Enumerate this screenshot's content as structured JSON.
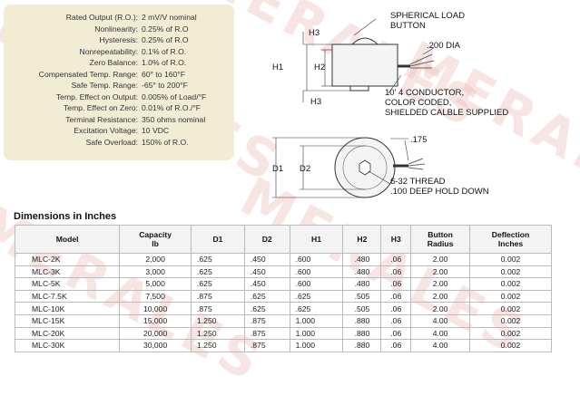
{
  "specs": [
    {
      "k": "Rated Output (R.O.):",
      "v": "2 mV/V nominal"
    },
    {
      "k": "Nonlinearity:",
      "v": "0.25% of R.O"
    },
    {
      "k": "Hysteresis:",
      "v": "0.25% of R.O"
    },
    {
      "k": "Nonrepeatability:",
      "v": "0.1% of R.O."
    },
    {
      "k": "Zero Balance:",
      "v": "1.0% of R.O."
    },
    {
      "k": "Compensated Temp. Range:",
      "v": "60° to 160°F"
    },
    {
      "k": "Safe Temp. Range:",
      "v": "-65° to 200°F"
    },
    {
      "k": "Temp. Effect on Output:",
      "v": "0.005% of Load/°F"
    },
    {
      "k": "Temp. Effect on Zero:",
      "v": "0.01% of R.O./°F"
    },
    {
      "k": "Terminal Resistance:",
      "v": "350 ohms nominal"
    },
    {
      "k": "Excitation Voltage:",
      "v": "10 VDC"
    },
    {
      "k": "Safe Overload:",
      "v": "150% of R.O."
    }
  ],
  "drawing": {
    "h3_top": "H3",
    "spherical_1": "SPHERICAL LOAD",
    "spherical_2": "BUTTON",
    "dia": ".200 DIA",
    "h1": "H1",
    "h2": "H2",
    "h3_bottom": "H3",
    "cond_1": "10' 4 CONDUCTOR,",
    "cond_2": "COLOR CODED,",
    "cond_3": "SHIELDED CALBLE SUPPLIED",
    "d175": ".175",
    "d1": "D1",
    "d2": "D2",
    "thread_1": "6-32 THREAD",
    "thread_2": ".100 DEEP HOLD DOWN"
  },
  "dimensions": {
    "title": "Dimensions in Inches",
    "headers": [
      "Model",
      "Capacity\nlb",
      "D1",
      "D2",
      "H1",
      "H2",
      "H3",
      "Button\nRadius",
      "Deflection\nInches"
    ],
    "rows": [
      [
        "MLC-2K",
        "2,000",
        ".625",
        ".450",
        ".600",
        ".480",
        ".06",
        "2.00",
        "0.002"
      ],
      [
        "MLC-3K",
        "3,000",
        ".625",
        ".450",
        ".600",
        ".480",
        ".06",
        "2.00",
        "0.002"
      ],
      [
        "MLC-5K",
        "5,000",
        ".625",
        ".450",
        ".600",
        ".480",
        ".06",
        "2.00",
        "0.002"
      ],
      [
        "MLC-7.5K",
        "7,500",
        ".875",
        ".625",
        ".625",
        ".505",
        ".06",
        "2.00",
        "0.002"
      ],
      [
        "MLC-10K",
        "10,000",
        ".875",
        ".625",
        ".625",
        ".505",
        ".06",
        "2.00",
        "0.002"
      ],
      [
        "MLC-15K",
        "15,000",
        "1.250",
        ".875",
        "1.000",
        ".880",
        ".06",
        "4.00",
        "0.002"
      ],
      [
        "MLC-20K",
        "20,000",
        "1.250",
        ".875",
        "1.000",
        ".880",
        ".06",
        "4.00",
        "0.002"
      ],
      [
        "MLC-30K",
        "30,000",
        "1.250",
        ".875",
        "1.000",
        ".880",
        ".06",
        "4.00",
        "0.002"
      ]
    ]
  },
  "watermark": "MERALES"
}
